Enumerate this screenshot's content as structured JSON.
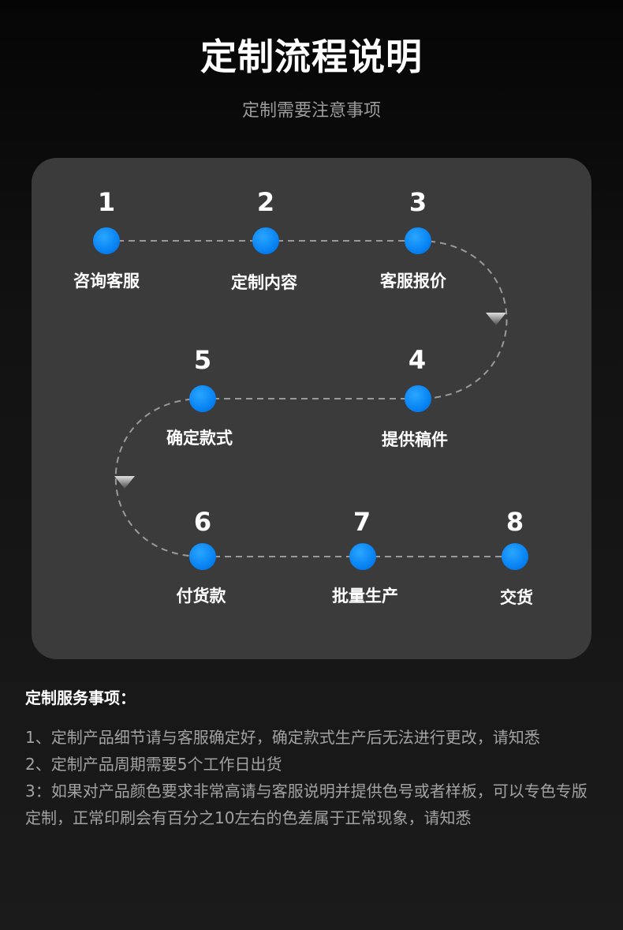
{
  "title": "定制流程说明",
  "subtitle": "定制需要注意事项",
  "steps": [
    {
      "number": "1",
      "label": "咨询客服"
    },
    {
      "number": "2",
      "label": "定制内容"
    },
    {
      "number": "3",
      "label": "客服报价"
    },
    {
      "number": "4",
      "label": "提供稿件"
    },
    {
      "number": "5",
      "label": "确定款式"
    },
    {
      "number": "6",
      "label": "付货款"
    },
    {
      "number": "7",
      "label": "批量生产"
    },
    {
      "number": "8",
      "label": "交货"
    }
  ],
  "notes": {
    "heading": "定制服务事项：",
    "items": [
      "1、定制产品细节请与客服确定好，确定款式生产后无法进行更改，请知悉",
      "2、定制产品周期需要5个工作日出货",
      "3：如果对产品颜色要求非常高请与客服说明并提供色号或者样板，可以专色专版定制，正常印刷会有百分之10左右的色差属于正常现象，请知悉"
    ]
  },
  "colors": {
    "dot": "#0a86f5",
    "card": "#3b3b3b",
    "connector": "#9a9a9a"
  }
}
